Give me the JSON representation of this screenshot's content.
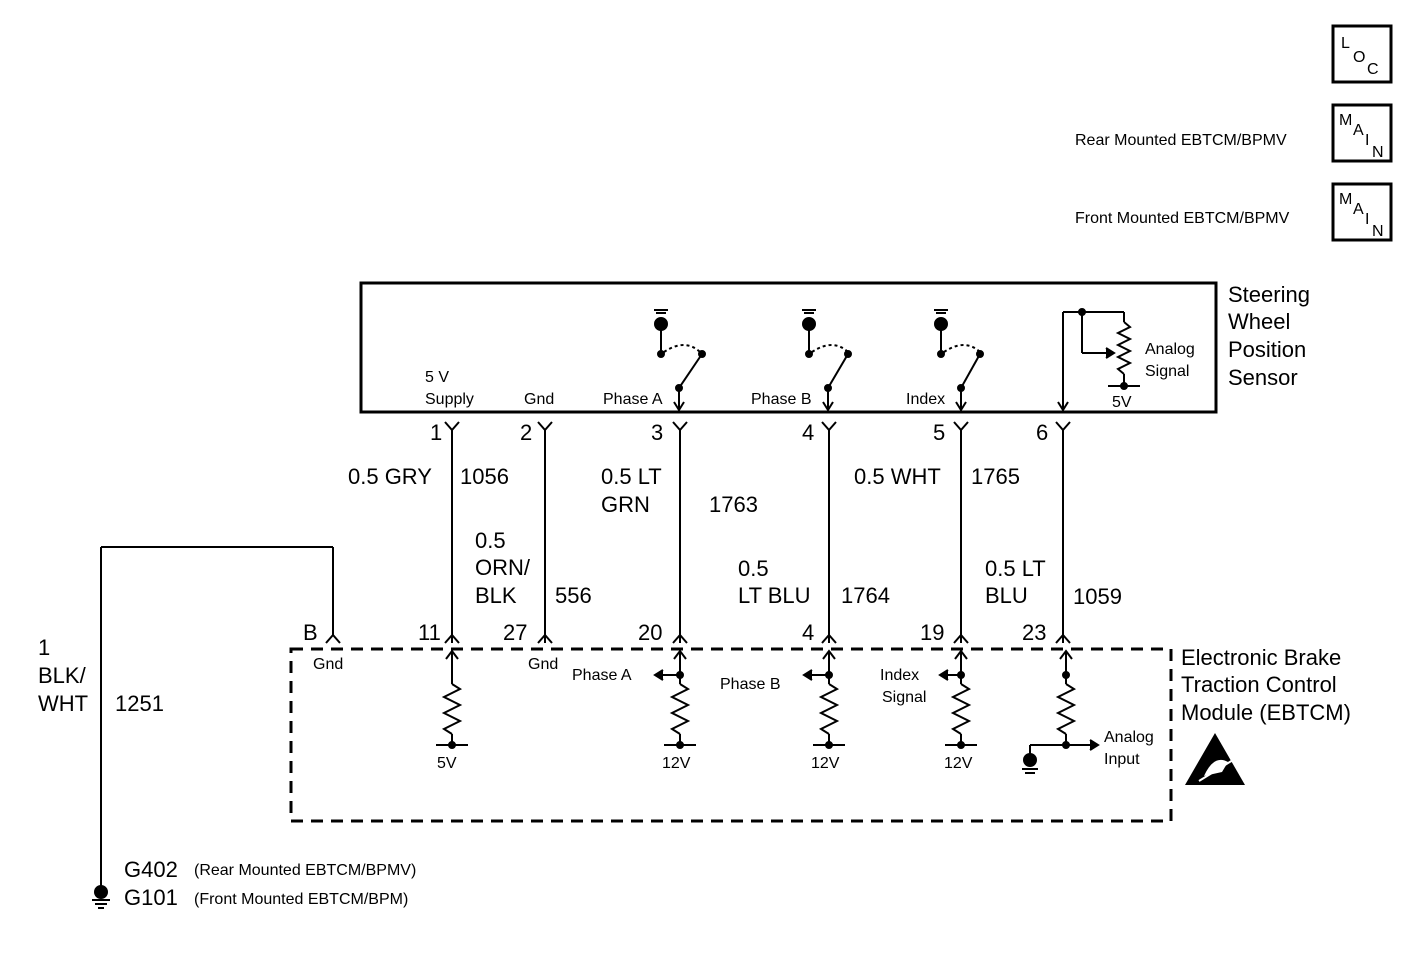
{
  "nav": {
    "loc": {
      "l1": "L",
      "l2": "O",
      "l3": "C"
    },
    "main": {
      "l1": "M",
      "l2": "A",
      "l3": "I",
      "l4": "N"
    },
    "rear_label": "Rear Mounted EBTCM/BPMV",
    "front_label": "Front Mounted EBTCM/BPMV"
  },
  "sensor": {
    "title": [
      "Steering",
      "Wheel",
      "Position",
      "Sensor"
    ],
    "supply_5v": "5 V",
    "supply": "Supply",
    "gnd": "Gnd",
    "phase_a": "Phase A",
    "phase_b": "Phase B",
    "index": "Index",
    "analog": "Analog",
    "signal": "Signal",
    "v5": "5V",
    "pins": [
      "1",
      "2",
      "3",
      "4",
      "5",
      "6"
    ]
  },
  "wires": {
    "w1": {
      "color": "0.5 GRY",
      "circuit": "1056"
    },
    "w2": {
      "color": [
        "0.5",
        "ORN/",
        "BLK"
      ],
      "circuit": "556"
    },
    "w3": {
      "color": [
        "0.5 LT",
        "GRN"
      ],
      "circuit": "1763"
    },
    "w4": {
      "color": [
        "0.5",
        "LT BLU"
      ],
      "circuit": "1764"
    },
    "w5": {
      "color": "0.5 WHT",
      "circuit": "1765"
    },
    "w6": {
      "color": [
        "0.5 LT",
        "BLU"
      ],
      "circuit": "1059"
    },
    "ground_wire": {
      "color": [
        "1",
        "BLK/",
        "WHT"
      ],
      "circuit": "1251"
    }
  },
  "module": {
    "title": [
      "Electronic Brake",
      "Traction Control",
      "Module (EBTCM)"
    ],
    "pins": [
      "B",
      "11",
      "27",
      "20",
      "4",
      "19",
      "23"
    ],
    "gnd": "Gnd",
    "phase_a": "Phase A",
    "phase_b": "Phase B",
    "index": "Index",
    "signal": "Signal",
    "analog": "Analog",
    "input": "Input",
    "v5": "5V",
    "v12": "12V"
  },
  "grounds": {
    "g402": "G402",
    "g402_note": "(Rear Mounted EBTCM/BPMV)",
    "g101": "G101",
    "g101_note": "(Front Mounted EBTCM/BPM)"
  }
}
